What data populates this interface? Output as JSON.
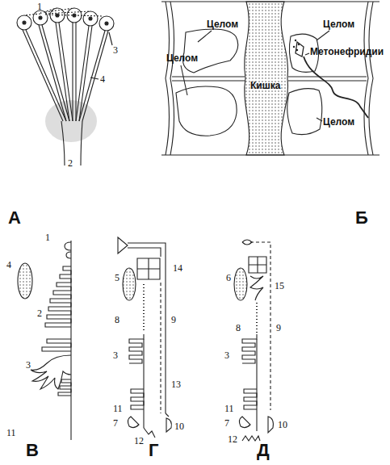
{
  "diagram": {
    "labels": [
      "1",
      "3",
      "4",
      "2",
      "А",
      "Целом",
      "Целом",
      "Метонефридии",
      "Целом",
      "Кишка",
      "Целом",
      "Б",
      "1",
      "4",
      "2",
      "3",
      "11",
      "В",
      "5",
      "14",
      "8",
      "9",
      "3",
      "13",
      "11",
      "7",
      "12",
      "10",
      "Г",
      "6",
      "15",
      "8",
      "9",
      "3",
      "11",
      "7",
      "12",
      "10",
      "Д"
    ]
  }
}
